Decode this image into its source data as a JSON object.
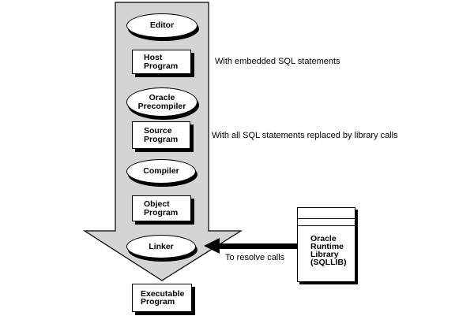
{
  "colors": {
    "flow_arrow_fill": "#d4d4d4",
    "shape_fill": "#ffffff",
    "outline": "#000000",
    "shadow": "#000000",
    "background": "#ffffff"
  },
  "flow": {
    "editor": {
      "shape": "ellipse",
      "lines": [
        "Editor"
      ]
    },
    "host_program": {
      "shape": "rectangle",
      "lines": [
        "Host",
        "Program"
      ]
    },
    "oracle_precompiler": {
      "shape": "ellipse",
      "lines": [
        "Oracle",
        "Precompiler"
      ]
    },
    "source_program": {
      "shape": "rectangle",
      "lines": [
        "Source",
        "Program"
      ]
    },
    "compiler": {
      "shape": "ellipse",
      "lines": [
        "Compiler"
      ]
    },
    "object_program": {
      "shape": "rectangle",
      "lines": [
        "Object",
        "Program"
      ]
    },
    "linker": {
      "shape": "ellipse",
      "lines": [
        "Linker"
      ]
    },
    "executable_program": {
      "shape": "rectangle",
      "lines": [
        "Executable",
        "Program"
      ]
    }
  },
  "library": {
    "lines": [
      "Oracle",
      "Runtime",
      "Library",
      "(SQLLIB)"
    ]
  },
  "annotations": {
    "embedded_sql": "With embedded SQL statements",
    "replaced_sql": "With all SQL statements replaced by library calls",
    "resolve_calls": "To resolve calls"
  }
}
